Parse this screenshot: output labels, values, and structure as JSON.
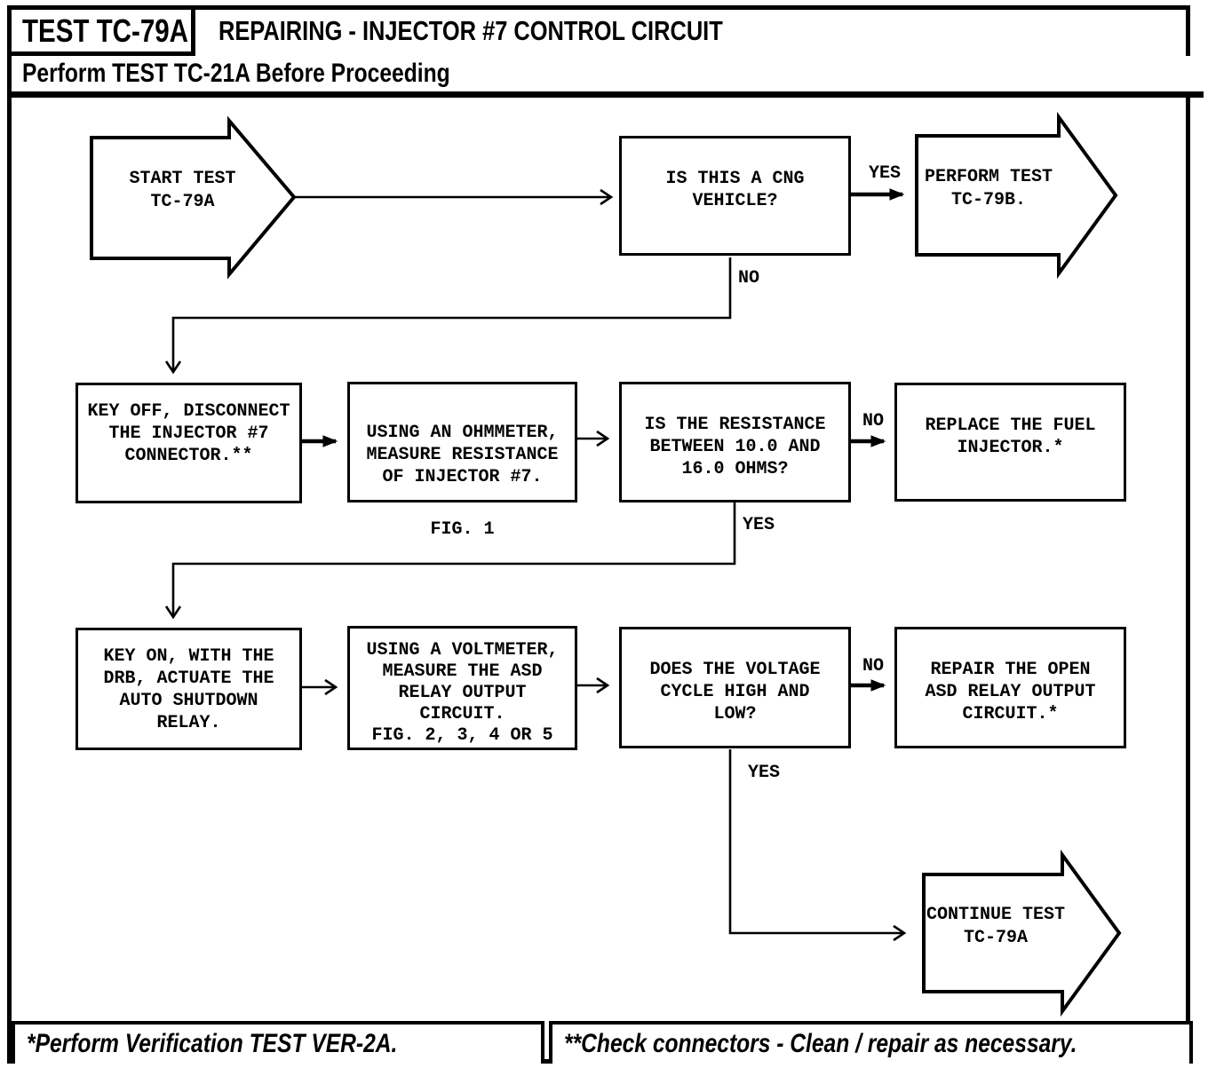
{
  "header": {
    "test_id": "TEST TC-79A",
    "title": "REPAIRING - INJECTOR #7 CONTROL CIRCUIT",
    "subtitle": "Perform TEST TC-21A Before Proceeding"
  },
  "flowchart": {
    "start": "START TEST\nTC-79A",
    "nodes": {
      "cng_question": "IS THIS A CNG\nVEHICLE?",
      "perform_79b": "PERFORM TEST\nTC-79B.",
      "key_off": "KEY OFF, DISCONNECT\nTHE INJECTOR #7\nCONNECTOR.**",
      "ohmmeter": "USING AN OHMMETER,\nMEASURE RESISTANCE\nOF INJECTOR #7.",
      "ohmmeter_fig": "FIG. 1",
      "resistance_question": "IS THE RESISTANCE\nBETWEEN 10.0 AND\n16.0 OHMS?",
      "replace_injector": "REPLACE THE FUEL\nINJECTOR.*",
      "key_on": "KEY ON, WITH THE\nDRB, ACTUATE THE\nAUTO SHUTDOWN\nRELAY.",
      "voltmeter": "USING A VOLTMETER,\nMEASURE THE ASD\nRELAY OUTPUT\nCIRCUIT.\nFIG. 2, 3, 4 OR 5",
      "voltage_question": "DOES THE VOLTAGE\nCYCLE HIGH AND\nLOW?",
      "repair_circuit": "REPAIR THE OPEN\nASD RELAY OUTPUT\nCIRCUIT.*",
      "continue_test": "CONTINUE TEST\nTC-79A"
    },
    "labels": {
      "yes_cng": "YES",
      "no_cng": "NO",
      "no_resistance": "NO",
      "yes_resistance": "YES",
      "no_voltage": "NO",
      "yes_voltage": "YES"
    }
  },
  "footer": {
    "left_note": "*Perform Verification TEST VER-2A.",
    "right_note": "**Check connectors - Clean / repair as necessary."
  },
  "colors": {
    "ink": "#000000",
    "paper": "#ffffff"
  }
}
